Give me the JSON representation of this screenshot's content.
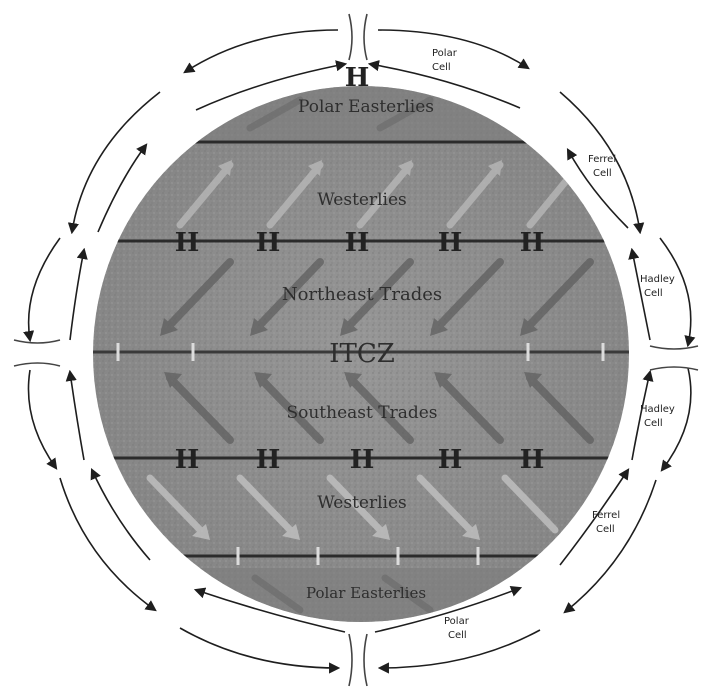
{
  "colors": {
    "globe": "#8c8c8c",
    "globe_dark": "#6f6f6f",
    "line": "#2b2b2b",
    "arrow_light": "#bdbdbd",
    "arrow_dark": "#555555",
    "cell_arrow": "#1e1e1e"
  },
  "bands": {
    "polar_easterlies_north": "Polar Easterlies",
    "westerlies_north": "Westerlies",
    "northeast_trades": "Northeast Trades",
    "itcz": "ITCZ",
    "southeast_trades": "Southeast Trades",
    "westerlies_south": "Westerlies",
    "polar_easterlies_south": "Polar Easterlies"
  },
  "pressure": {
    "high": "H"
  },
  "cells": {
    "polar_north": [
      "Polar",
      "Cell"
    ],
    "ferrel_north": [
      "Ferrel",
      "Cell"
    ],
    "hadley_north": [
      "Hadley",
      "Cell"
    ],
    "hadley_south": [
      "Hadley",
      "Cell"
    ],
    "ferrel_south": [
      "Ferrel",
      "Cell"
    ],
    "polar_south": [
      "Polar",
      "Cell"
    ]
  },
  "icons": [
    "arrow-icon",
    "high-pressure-icon"
  ]
}
